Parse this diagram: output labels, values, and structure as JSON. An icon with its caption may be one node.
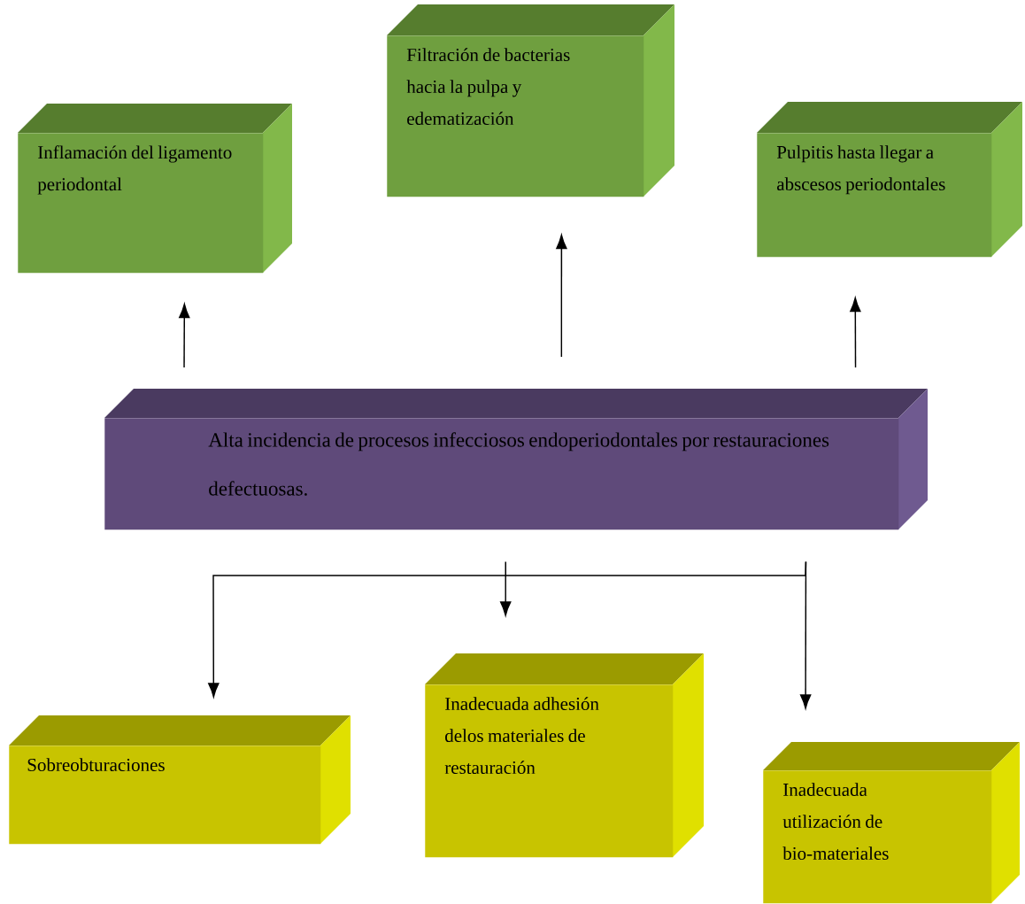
{
  "diagram": {
    "nodes": [
      {
        "text": [
          "Inflamación del ligamento periodontal"
        ]
      },
      {
        "text": [
          "Filtración de bacterias hacia la pulpa y edematización"
        ]
      },
      {
        "text": [
          "Pulpitis hasta llegar a abscesos periodontales"
        ]
      },
      {
        "text": [
          "Alta incidencia de procesos infecciosos endoperiodontales por restauraciones defectuosas."
        ]
      },
      {
        "text": [
          "Sobreobturaciones"
        ]
      },
      {
        "text": [
          "Inadecuada adhesión delos materiales de restauración"
        ]
      },
      {
        "text": [
          "Inadecuada utilización de bio-materiales"
        ]
      }
    ],
    "edges": [
      {
        "from": 3,
        "to": 0,
        "arrow": "to"
      },
      {
        "from": 3,
        "to": 1,
        "arrow": "to"
      },
      {
        "from": 3,
        "to": 2,
        "arrow": "to"
      },
      {
        "from": 3,
        "to": 4,
        "arrow": "to"
      },
      {
        "from": 3,
        "to": 5,
        "arrow": "to"
      },
      {
        "from": 3,
        "to": 6,
        "arrow": "to"
      }
    ]
  }
}
